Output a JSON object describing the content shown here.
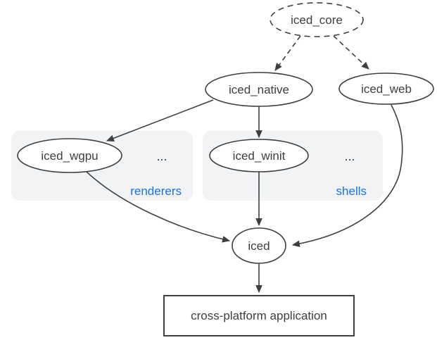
{
  "colors": {
    "background": "#ffffff",
    "node_stroke": "#3c4043",
    "node_text": "#3c4043",
    "group_fill": "#f1f3f5",
    "group_label": "#1a73e8"
  },
  "nodes": {
    "iced_core": {
      "label": "iced_core",
      "shape": "ellipse",
      "border": "dashed"
    },
    "iced_native": {
      "label": "iced_native",
      "shape": "ellipse",
      "border": "solid"
    },
    "iced_web": {
      "label": "iced_web",
      "shape": "ellipse",
      "border": "solid"
    },
    "iced_wgpu": {
      "label": "iced_wgpu",
      "shape": "ellipse",
      "border": "solid"
    },
    "iced_winit": {
      "label": "iced_winit",
      "shape": "ellipse",
      "border": "solid"
    },
    "iced": {
      "label": "iced",
      "shape": "ellipse",
      "border": "solid"
    },
    "application": {
      "label": "cross-platform application",
      "shape": "rectangle",
      "border": "solid"
    }
  },
  "groups": {
    "renderers": {
      "label": "renderers",
      "ellipsis": "...",
      "members": [
        "iced_wgpu"
      ]
    },
    "shells": {
      "label": "shells",
      "ellipsis": "...",
      "members": [
        "iced_winit"
      ]
    }
  },
  "edges": [
    {
      "from": "iced_core",
      "to": "iced_native",
      "style": "dashed"
    },
    {
      "from": "iced_core",
      "to": "iced_web",
      "style": "dashed"
    },
    {
      "from": "iced_native",
      "to": "iced_wgpu",
      "style": "solid"
    },
    {
      "from": "iced_native",
      "to": "iced_winit",
      "style": "solid"
    },
    {
      "from": "iced_wgpu",
      "to": "iced",
      "style": "solid"
    },
    {
      "from": "iced_winit",
      "to": "iced",
      "style": "solid"
    },
    {
      "from": "iced_web",
      "to": "iced",
      "style": "solid"
    },
    {
      "from": "iced",
      "to": "application",
      "style": "solid"
    }
  ]
}
